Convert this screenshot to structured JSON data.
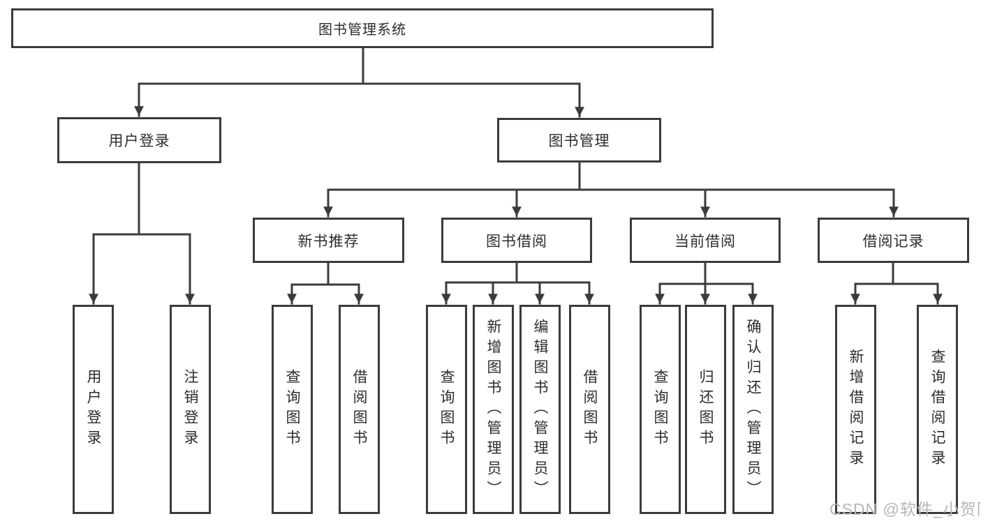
{
  "diagram": {
    "root": "图书管理系统",
    "branches": [
      {
        "label": "用户登录",
        "children": [
          "用户登录",
          "注销登录"
        ]
      },
      {
        "label": "图书管理",
        "groups": [
          {
            "label": "新书推荐",
            "children": [
              "查询图书",
              "借阅图书"
            ]
          },
          {
            "label": "图书借阅",
            "children": [
              "查询图书",
              "新增图书（管理员）",
              "编辑图书（管理员）",
              "借阅图书"
            ]
          },
          {
            "label": "当前借阅",
            "children": [
              "查询图书",
              "归还图书",
              "确认归还（管理员）"
            ]
          },
          {
            "label": "借阅记录",
            "children": [
              "新增借阅记录",
              "查询借阅记录"
            ]
          }
        ]
      }
    ]
  },
  "watermark": {
    "text": "CSDN @软件_小贺同学"
  },
  "colors": {
    "line": "#3b3b3b",
    "box_border": "#3b3b3b",
    "text": "#2d2d2d",
    "watermark": "#b4b7bb",
    "background": "#ffffff"
  }
}
